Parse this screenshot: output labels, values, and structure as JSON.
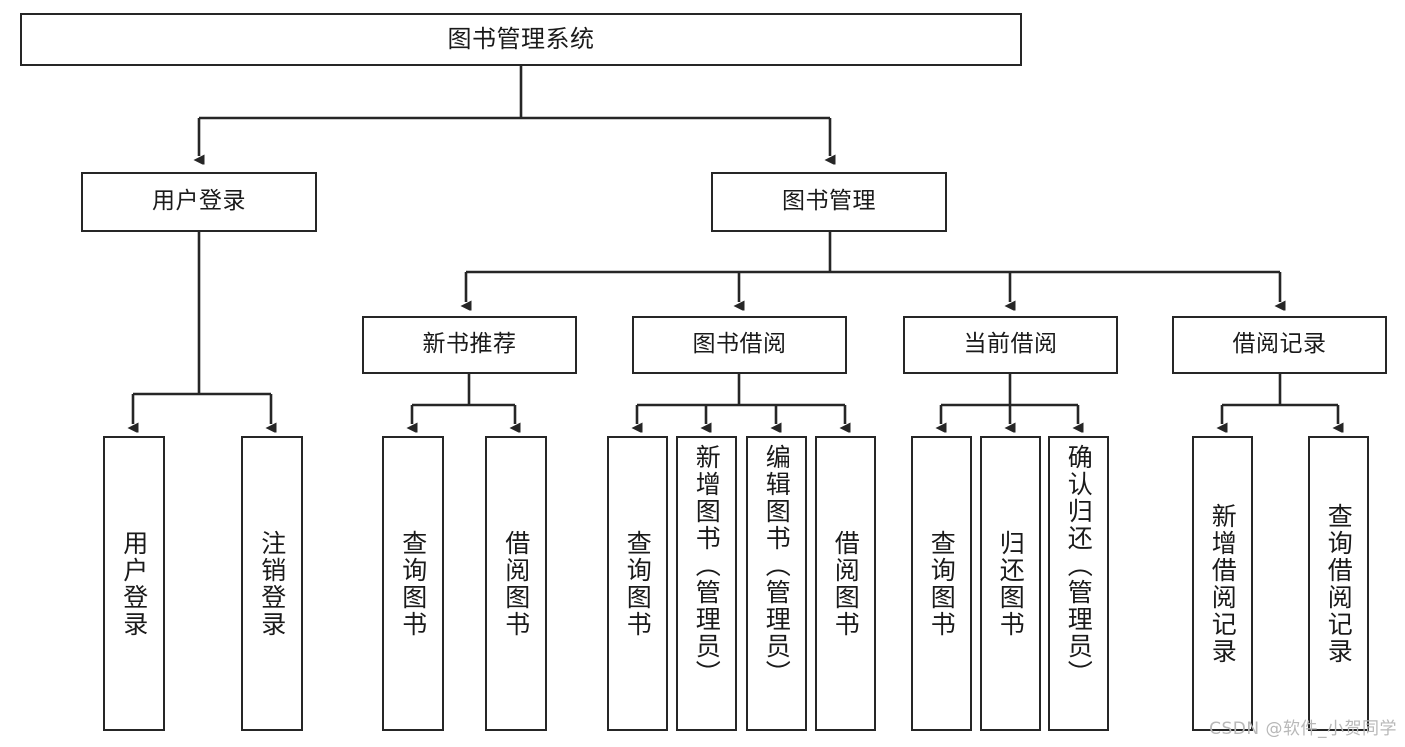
{
  "diagram": {
    "type": "hierarchy-tree",
    "title": "图书管理系统",
    "orientation": "top-down",
    "colors": {
      "box_border": "#262626",
      "box_fill": "#ffffff",
      "connector": "#262626",
      "text": "#1a1a1a",
      "watermark": "#b8b8b8",
      "background": "#ffffff"
    },
    "levels": {
      "root": "图书管理系统",
      "level2": [
        "用户登录",
        "图书管理"
      ],
      "level3": [
        "新书推荐",
        "图书借阅",
        "当前借阅",
        "借阅记录"
      ],
      "leaves": [
        "用户登录",
        "注销登录",
        "查询图书",
        "借阅图书",
        "查询图书",
        "新增图书（管理员）",
        "编辑图书（管理员）",
        "借阅图书",
        "查询图书",
        "归还图书",
        "确认归还（管理员）",
        "新增借阅记录",
        "查询借阅记录"
      ]
    }
  },
  "nodes": {
    "root": {
      "label": "图书管理系统"
    },
    "user_login": {
      "label": "用户登录"
    },
    "book_mgmt": {
      "label": "图书管理"
    },
    "new_book_rec": {
      "label": "新书推荐"
    },
    "book_borrow": {
      "label": "图书借阅"
    },
    "current_borrow": {
      "label": "当前借阅"
    },
    "borrow_record": {
      "label": "借阅记录"
    },
    "leaf_user_login": {
      "label": "用户登录"
    },
    "leaf_logout": {
      "label": "注销登录"
    },
    "leaf_query_book_1": {
      "label": "查询图书"
    },
    "leaf_borrow_book_1": {
      "label": "借阅图书"
    },
    "leaf_query_book_2": {
      "label": "查询图书"
    },
    "leaf_add_book_admin": {
      "label": "新增图书（管理员）"
    },
    "leaf_edit_book_admin": {
      "label": "编辑图书（管理员）"
    },
    "leaf_borrow_book_2": {
      "label": "借阅图书"
    },
    "leaf_query_book_3": {
      "label": "查询图书"
    },
    "leaf_return_book": {
      "label": "归还图书"
    },
    "leaf_confirm_return_admin": {
      "label": "确认归还（管理员）"
    },
    "leaf_add_borrow_record": {
      "label": "新增借阅记录"
    },
    "leaf_query_borrow_record": {
      "label": "查询借阅记录"
    }
  },
  "watermark": {
    "text": "CSDN @软件_小贺同学"
  }
}
